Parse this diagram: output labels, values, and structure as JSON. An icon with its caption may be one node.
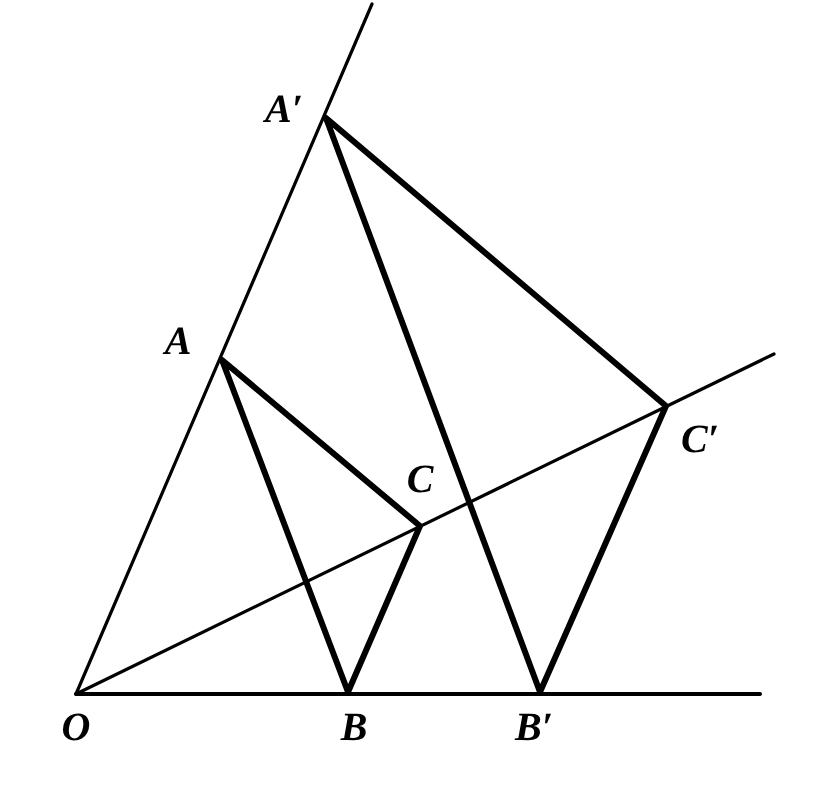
{
  "diagram": {
    "labels": [
      "A′",
      "A",
      "C",
      "C′",
      "O",
      "B",
      "B′"
    ]
  }
}
